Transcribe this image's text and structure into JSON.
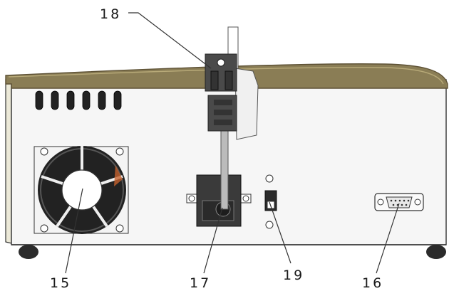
{
  "figure": {
    "callouts": [
      {
        "id": "fan",
        "label": "15"
      },
      {
        "id": "serial-port",
        "label": "16"
      },
      {
        "id": "power-inlet",
        "label": "17"
      },
      {
        "id": "arm-bracket",
        "label": "18"
      },
      {
        "id": "power-switch",
        "label": "19"
      }
    ],
    "colors": {
      "housing_top": "#8a7d55",
      "housing_top_edge": "#5e5236",
      "panel": "#f6f6f6",
      "outline": "#333333",
      "bracket": "#4a4a4a",
      "dark_part": "#2b2b2b"
    }
  }
}
